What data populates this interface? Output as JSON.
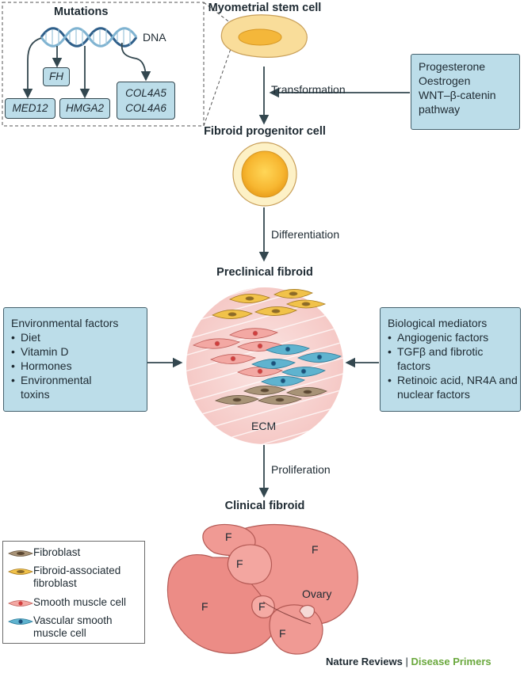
{
  "mutations": {
    "title": "Mutations",
    "dna_label": "DNA",
    "genes": [
      "FH",
      "MED12",
      "HMGA2",
      "COL4A5",
      "COL4A6"
    ]
  },
  "stages": {
    "stem_cell": "Myometrial stem cell",
    "progenitor": "Fibroid progenitor cell",
    "preclinical": "Preclinical fibroid",
    "clinical": "Clinical fibroid"
  },
  "processes": {
    "transformation": "Transformation",
    "differentiation": "Differentiation",
    "proliferation": "Proliferation"
  },
  "hormones_box": [
    "Progesterone",
    "Oestrogen",
    "WNT–β-catenin",
    "pathway"
  ],
  "environmental": {
    "title": "Environmental factors",
    "items": [
      "Diet",
      "Vitamin D",
      "Hormones",
      "Environmental toxins"
    ]
  },
  "biological": {
    "title": "Biological mediators",
    "items": [
      "Angiogenic factors",
      "TGFβ and fibrotic factors",
      "Retinoic acid, NR4A and nuclear factors"
    ]
  },
  "ecm_label": "ECM",
  "fibroid_label": "F",
  "ovary_label": "Ovary",
  "legend": [
    {
      "label": "Fibroblast",
      "color": "#a89377"
    },
    {
      "label": "Fibroid-associated fibroblast",
      "color": "#f1c24a"
    },
    {
      "label": "Smooth muscle cell",
      "color": "#f3a8a3"
    },
    {
      "label": "Vascular smooth muscle cell",
      "color": "#5fb3cf"
    }
  ],
  "credit": {
    "journal": "Nature Reviews",
    "separator": " | ",
    "series": "Disease Primers"
  },
  "colors": {
    "box_fill": "#bcdde9",
    "arrow": "#33474f",
    "fibroid": "#ec8c86",
    "ecm": "#f9dcda",
    "credit_green": "#6aa83d"
  }
}
